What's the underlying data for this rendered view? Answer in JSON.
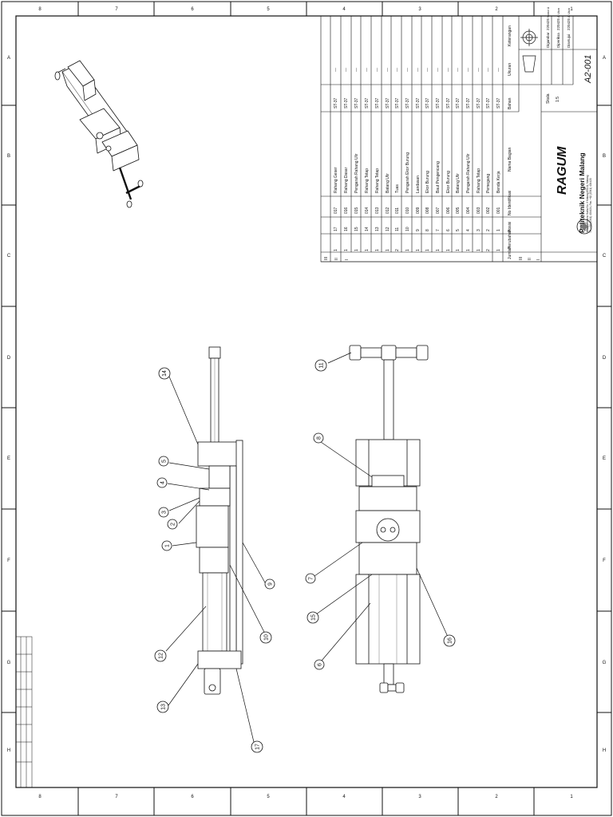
{
  "border": {
    "top_numbers": [
      "8",
      "7",
      "6",
      "5",
      "4",
      "3",
      "2",
      "1"
    ],
    "bottom_numbers": [
      "8",
      "7",
      "6",
      "5",
      "4",
      "3",
      "2",
      "1"
    ],
    "letters": [
      "A",
      "B",
      "C",
      "D",
      "E",
      "F",
      "G",
      "H"
    ]
  },
  "parts_list": {
    "rows": [
      {
        "qty": "1",
        "pos": "17",
        "no": "017",
        "name": "Rahang Geser",
        "material": "ST-37",
        "ukuran": "---"
      },
      {
        "qty": "1",
        "pos": "16",
        "no": "016",
        "name": "Rahang Dasar",
        "material": "ST-37",
        "ukuran": "---"
      },
      {
        "qty": "1",
        "pos": "15",
        "no": "015",
        "name": "Pengarah Rahang Ulir",
        "material": "ST-37",
        "ukuran": "---"
      },
      {
        "qty": "1",
        "pos": "14",
        "no": "014",
        "name": "Rahang Tetap",
        "material": "ST-37",
        "ukuran": "---"
      },
      {
        "qty": "1",
        "pos": "13",
        "no": "013",
        "name": "Rahang Tetap",
        "material": "ST-37",
        "ukuran": "---"
      },
      {
        "qty": "1",
        "pos": "12",
        "no": "012",
        "name": "Batang Ulir",
        "material": "ST-37",
        "ukuran": "---"
      },
      {
        "qty": "2",
        "pos": "11",
        "no": "011",
        "name": "Tuas",
        "material": "ST-37",
        "ukuran": "---"
      },
      {
        "qty": "1",
        "pos": "10",
        "no": "010",
        "name": "Pengarah Ekor Burung",
        "material": "ST-37",
        "ukuran": "---"
      },
      {
        "qty": "1",
        "pos": "9",
        "no": "009",
        "name": "Landasan",
        "material": "ST-37",
        "ukuran": "---"
      },
      {
        "qty": "1",
        "pos": "8",
        "no": "008",
        "name": "Ekor Burung",
        "material": "ST-37",
        "ukuran": "---"
      },
      {
        "qty": "1",
        "pos": "7",
        "no": "007",
        "name": "Baut Pengencang",
        "material": "ST-37",
        "ukuran": "---"
      },
      {
        "qty": "1",
        "pos": "6",
        "no": "006",
        "name": "Ekor Burung",
        "material": "ST-37",
        "ukuran": "---"
      },
      {
        "qty": "1",
        "pos": "5",
        "no": "005",
        "name": "Batang Ulir",
        "material": "ST-37",
        "ukuran": "---"
      },
      {
        "qty": "1",
        "pos": "4",
        "no": "004",
        "name": "Pengarah Rahang Ulir",
        "material": "ST-37",
        "ukuran": "---"
      },
      {
        "qty": "1",
        "pos": "3",
        "no": "003",
        "name": "Rahang Tetap",
        "material": "ST-37",
        "ukuran": "---"
      },
      {
        "qty": "2",
        "pos": "2",
        "no": "002",
        "name": "Pemegang",
        "material": "ST-37",
        "ukuran": "---"
      },
      {
        "qty": "1",
        "pos": "1",
        "no": "001",
        "name": "Benda Kerja",
        "material": "ST-37",
        "ukuran": "---"
      }
    ],
    "header": {
      "qty": "Jumlah",
      "pos": "Posisi",
      "no": "No Identifikasi",
      "name": "Nama Bagian",
      "material": "Bahan",
      "ukuran": "Ukuran",
      "keterangan": "Keterangan"
    },
    "rev_label": "Perubahan",
    "rev_cols": [
      "III",
      "II",
      "I"
    ]
  },
  "title_block": {
    "title": "RAGUM",
    "institution": "Politeknik Negeri Malang",
    "address_line1": "Jalan Soekarno Hatta No. 9 Malang 65141, Malang",
    "address_line2": "Tel. +62 (0341) 404424, Fax. +62 (0341) 404420",
    "scale_label": "Skala",
    "scale_value": "1:5",
    "drawing_number": "A2-001",
    "sign_rows": [
      {
        "role": "Digambar",
        "date": "220425",
        "name": "Nomor A"
      },
      {
        "role": "Diperiksa",
        "date": "220425",
        "name": "A. Ulum"
      },
      {
        "role": "Disetujui",
        "date": "220425",
        "name": "A. Ulum"
      }
    ]
  },
  "balloons": [
    "1",
    "2",
    "3",
    "4",
    "5",
    "6",
    "7",
    "8",
    "9",
    "10",
    "11",
    "12",
    "13",
    "14",
    "15",
    "16",
    "17"
  ]
}
